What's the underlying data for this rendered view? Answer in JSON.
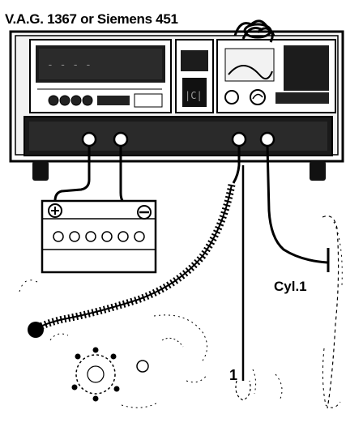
{
  "diagram": {
    "title": "V.A.G. 1367 or Siemens 451",
    "cylinder_label": "Cyl.1",
    "cylinder_number": "1"
  },
  "colors": {
    "ink": "#000000",
    "paper": "#ffffff",
    "panel_gray": "#8a8a8a",
    "shadow": "#3a3a3a"
  },
  "icons": {
    "battery_positive": "plus-sign-icon",
    "battery_negative": "minus-sign-icon"
  }
}
